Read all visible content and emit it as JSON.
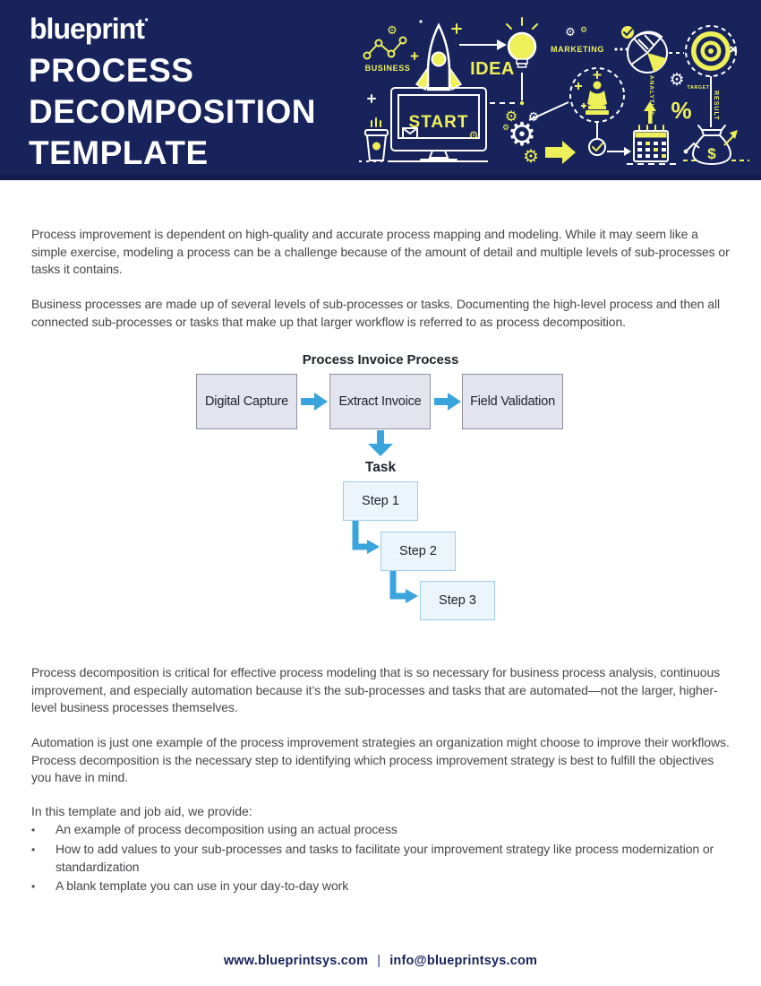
{
  "page": {
    "bullet_glyph": "•"
  },
  "header": {
    "logo": "blueprint",
    "logo_mark": "·",
    "title_lines": [
      "PROCESS",
      "DECOMPOSITION",
      "TEMPLATE"
    ],
    "colors": {
      "background": "#18235c",
      "yellow": "#eef059",
      "white": "#ffffff"
    },
    "illustration": {
      "labels": {
        "business": "BUSINESS",
        "start": "START",
        "idea": "IDEA",
        "marketing": "MARKETING",
        "analytics": "ANALYTICS",
        "target": "TARGET",
        "result": "RESULT",
        "percent": "%",
        "dollar": "$"
      },
      "icons": {
        "gear": "⚙"
      }
    }
  },
  "body": {
    "paragraphs": [
      "Process improvement is dependent on high-quality and accurate process mapping and modeling. While it may seem like a simple exercise, modeling a process can be a challenge because of the amount of detail and multiple levels of sub-processes or tasks it contains.",
      "Business processes are made up of several levels of sub-processes or tasks. Documenting the high-level process and then all connected sub-processes or tasks that make up that larger workflow is referred to as process decomposition.",
      "Process decomposition is critical for effective process modeling that is so necessary for business process analysis, continuous improvement, and especially automation because it’s the sub-processes and tasks that are automated—not the larger, higher-level business processes themselves.",
      "Automation is just one example of the process improvement strategies an organization might choose to improve their workflows. Process decomposition is the necessary step to identifying which process improvement strategy is best to fulfill the objectives you have in mind."
    ],
    "list_intro": "In this template and job aid, we provide:",
    "bullets": [
      "An example of process decomposition using an actual process",
      "How to add values to your sub-processes and tasks to facilitate your improvement strategy like process modernization or standardization",
      "A blank template you can use in your day-to-day work"
    ]
  },
  "diagram": {
    "title": "Process Invoice Process",
    "process_boxes": [
      "Digital Capture",
      "Extract Invoice",
      "Field Validation"
    ],
    "task_label": "Task",
    "step_boxes": [
      "Step 1",
      "Step 2",
      "Step 3"
    ],
    "colors": {
      "arrow": "#3aa4dc",
      "process_fill": "#e3e4ed",
      "process_border": "#8f90a0",
      "step_fill": "#ecf4fc",
      "step_border": "#9fccec"
    }
  },
  "footer": {
    "website": "www.blueprintsys.com",
    "separator": "|",
    "email": "info@blueprintsys.com"
  }
}
